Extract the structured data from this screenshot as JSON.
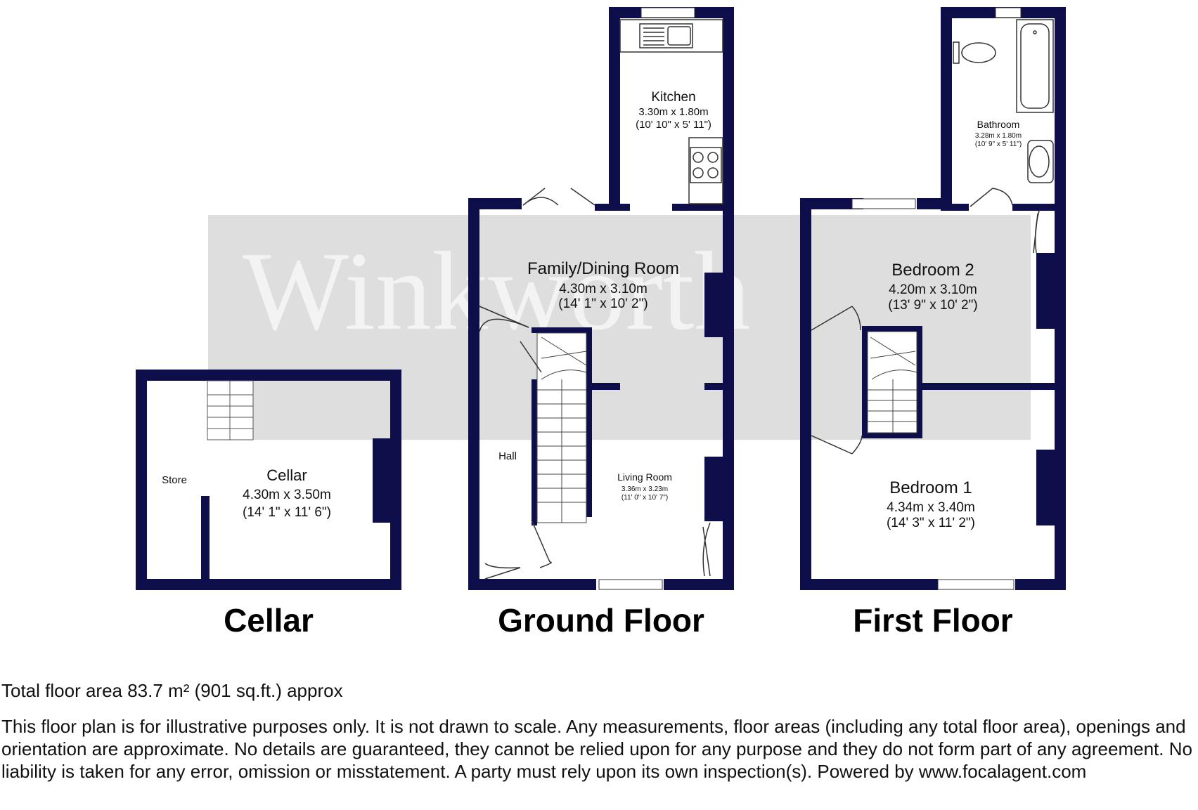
{
  "watermark": "Winkworth",
  "floors": [
    {
      "title": "Cellar"
    },
    {
      "title": "Ground Floor"
    },
    {
      "title": "First Floor"
    }
  ],
  "rooms": {
    "cellar": {
      "name": "Cellar",
      "metric": "4.30m x 3.50m",
      "imperial": "(14' 1\" x 11' 6\")"
    },
    "store": {
      "name": "Store"
    },
    "kitchen": {
      "name": "Kitchen",
      "metric": "3.30m x 1.80m",
      "imperial": "(10' 10\" x 5' 11\")"
    },
    "family_dining": {
      "name": "Family/Dining Room",
      "metric": "4.30m x 3.10m",
      "imperial": "(14' 1\" x 10' 2\")"
    },
    "hall": {
      "name": "Hall"
    },
    "living": {
      "name": "Living Room",
      "metric": "3.36m x 3.23m",
      "imperial": "(11' 0\" x 10' 7\")"
    },
    "bathroom": {
      "name": "Bathroom",
      "metric": "3.28m x 1.80m",
      "imperial": "(10' 9\" x 5' 11\")"
    },
    "bedroom2": {
      "name": "Bedroom 2",
      "metric": "4.20m x 3.10m",
      "imperial": "(13' 9\" x 10' 2\")"
    },
    "bedroom1": {
      "name": "Bedroom 1",
      "metric": "4.34m x 3.40m",
      "imperial": "(14' 3\" x 11' 2\")"
    }
  },
  "footer": {
    "total_area": "Total floor area 83.7 m² (901 sq.ft.) approx",
    "disclaimer": "This floor plan is for illustrative purposes only. It is not drawn to scale. Any measurements, floor areas (including any total floor area), openings and orientation are approximate. No details are guaranteed, they cannot be relied upon for any purpose and they do not form part of any agreement. No liability is taken for any error, omission or misstatement. A party must rely upon its own inspection(s). Powered by www.focalagent.com"
  },
  "colors": {
    "wall": "#0e0f4a",
    "watermark_band": "#dedede",
    "stairs": "#cccccc"
  }
}
